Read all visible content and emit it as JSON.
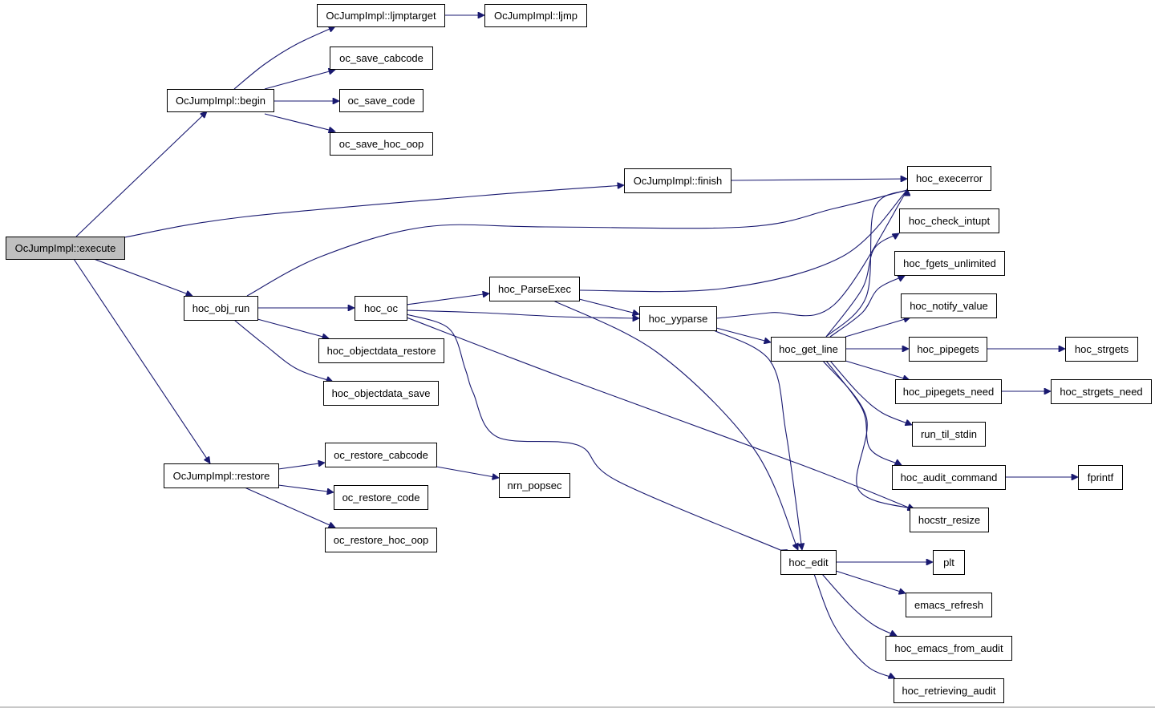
{
  "graph": {
    "root": "execute",
    "nodes": [
      {
        "id": "execute",
        "label": "OcJumpImpl::execute"
      },
      {
        "id": "ljmptarget",
        "label": "OcJumpImpl::ljmptarget"
      },
      {
        "id": "ljmp",
        "label": "OcJumpImpl::ljmp"
      },
      {
        "id": "save_cabcode",
        "label": "oc_save_cabcode"
      },
      {
        "id": "begin",
        "label": "OcJumpImpl::begin"
      },
      {
        "id": "save_code",
        "label": "oc_save_code"
      },
      {
        "id": "save_hoc_oop",
        "label": "oc_save_hoc_oop"
      },
      {
        "id": "finish",
        "label": "OcJumpImpl::finish"
      },
      {
        "id": "execerror",
        "label": "hoc_execerror"
      },
      {
        "id": "check_intupt",
        "label": "hoc_check_intupt"
      },
      {
        "id": "fgets_unlimited",
        "label": "hoc_fgets_unlimited"
      },
      {
        "id": "ParseExec",
        "label": "hoc_ParseExec"
      },
      {
        "id": "notify_value",
        "label": "hoc_notify_value"
      },
      {
        "id": "obj_run",
        "label": "hoc_obj_run"
      },
      {
        "id": "hoc_oc",
        "label": "hoc_oc"
      },
      {
        "id": "yyparse",
        "label": "hoc_yyparse"
      },
      {
        "id": "get_line",
        "label": "hoc_get_line"
      },
      {
        "id": "pipegets",
        "label": "hoc_pipegets"
      },
      {
        "id": "strgets",
        "label": "hoc_strgets"
      },
      {
        "id": "objdata_restore",
        "label": "hoc_objectdata_restore"
      },
      {
        "id": "objdata_save",
        "label": "hoc_objectdata_save"
      },
      {
        "id": "pipegets_need",
        "label": "hoc_pipegets_need"
      },
      {
        "id": "strgets_need",
        "label": "hoc_strgets_need"
      },
      {
        "id": "run_til_stdin",
        "label": "run_til_stdin"
      },
      {
        "id": "restore_cabcode",
        "label": "oc_restore_cabcode"
      },
      {
        "id": "restore",
        "label": "OcJumpImpl::restore"
      },
      {
        "id": "audit_command",
        "label": "hoc_audit_command"
      },
      {
        "id": "fprintf",
        "label": "fprintf"
      },
      {
        "id": "nrn_popsec",
        "label": "nrn_popsec"
      },
      {
        "id": "restore_code",
        "label": "oc_restore_code"
      },
      {
        "id": "hocstr_resize",
        "label": "hocstr_resize"
      },
      {
        "id": "restore_hoc_oop",
        "label": "oc_restore_hoc_oop"
      },
      {
        "id": "hoc_edit",
        "label": "hoc_edit"
      },
      {
        "id": "plt",
        "label": "plt"
      },
      {
        "id": "emacs_refresh",
        "label": "emacs_refresh"
      },
      {
        "id": "emacs_from_audit",
        "label": "hoc_emacs_from_audit"
      },
      {
        "id": "retrieving_audit",
        "label": "hoc_retrieving_audit"
      }
    ],
    "edges": [
      {
        "from": "execute",
        "to": "begin"
      },
      {
        "from": "execute",
        "to": "finish"
      },
      {
        "from": "execute",
        "to": "obj_run"
      },
      {
        "from": "execute",
        "to": "restore"
      },
      {
        "from": "begin",
        "to": "ljmptarget"
      },
      {
        "from": "begin",
        "to": "save_cabcode"
      },
      {
        "from": "begin",
        "to": "save_code"
      },
      {
        "from": "begin",
        "to": "save_hoc_oop"
      },
      {
        "from": "ljmptarget",
        "to": "ljmp"
      },
      {
        "from": "finish",
        "to": "execerror"
      },
      {
        "from": "obj_run",
        "to": "execerror"
      },
      {
        "from": "obj_run",
        "to": "hoc_oc"
      },
      {
        "from": "obj_run",
        "to": "objdata_restore"
      },
      {
        "from": "obj_run",
        "to": "objdata_save"
      },
      {
        "from": "hoc_oc",
        "to": "ParseExec"
      },
      {
        "from": "hoc_oc",
        "to": "yyparse"
      },
      {
        "from": "hoc_oc",
        "to": "hocstr_resize"
      },
      {
        "from": "hoc_oc",
        "to": "hoc_edit"
      },
      {
        "from": "ParseExec",
        "to": "execerror"
      },
      {
        "from": "ParseExec",
        "to": "yyparse"
      },
      {
        "from": "ParseExec",
        "to": "hoc_edit"
      },
      {
        "from": "yyparse",
        "to": "execerror"
      },
      {
        "from": "yyparse",
        "to": "get_line"
      },
      {
        "from": "yyparse",
        "to": "hoc_edit"
      },
      {
        "from": "get_line",
        "to": "execerror"
      },
      {
        "from": "get_line",
        "to": "check_intupt"
      },
      {
        "from": "get_line",
        "to": "fgets_unlimited"
      },
      {
        "from": "get_line",
        "to": "notify_value"
      },
      {
        "from": "get_line",
        "to": "pipegets"
      },
      {
        "from": "get_line",
        "to": "pipegets_need"
      },
      {
        "from": "get_line",
        "to": "run_til_stdin"
      },
      {
        "from": "get_line",
        "to": "audit_command"
      },
      {
        "from": "get_line",
        "to": "hocstr_resize"
      },
      {
        "from": "pipegets",
        "to": "strgets"
      },
      {
        "from": "pipegets_need",
        "to": "strgets_need"
      },
      {
        "from": "audit_command",
        "to": "fprintf"
      },
      {
        "from": "restore",
        "to": "restore_cabcode"
      },
      {
        "from": "restore",
        "to": "restore_code"
      },
      {
        "from": "restore",
        "to": "restore_hoc_oop"
      },
      {
        "from": "restore_cabcode",
        "to": "nrn_popsec"
      },
      {
        "from": "hoc_edit",
        "to": "plt"
      },
      {
        "from": "hoc_edit",
        "to": "emacs_refresh"
      },
      {
        "from": "hoc_edit",
        "to": "emacs_from_audit"
      },
      {
        "from": "hoc_edit",
        "to": "retrieving_audit"
      }
    ],
    "colors": {
      "edge": "#191970",
      "node_border": "#000000",
      "node_fill": "#ffffff",
      "root_fill": "#bfbfbf"
    }
  }
}
